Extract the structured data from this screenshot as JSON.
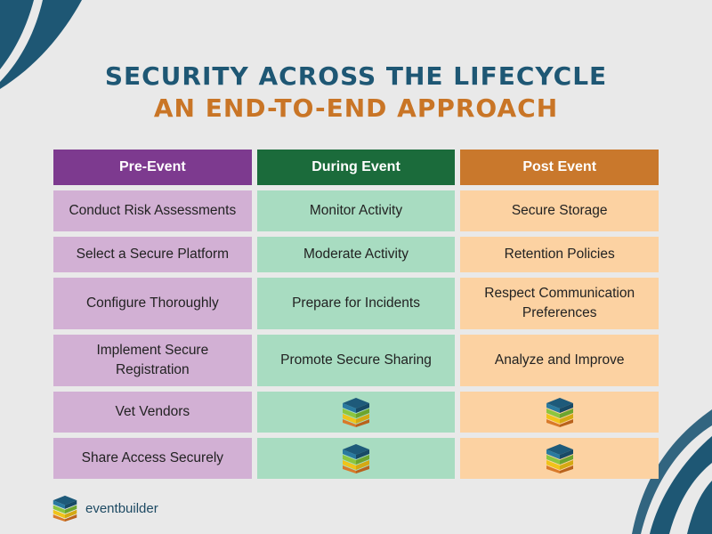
{
  "title": {
    "line1": "SECURITY ACROSS THE LIFECYCLE",
    "line2": "AN END-TO-END APPROACH"
  },
  "columns": [
    "Pre-Event",
    "During Event",
    "Post Event"
  ],
  "rows": [
    [
      "Conduct Risk Assessments",
      "Monitor Activity",
      "Secure Storage"
    ],
    [
      "Select a Secure Platform",
      "Moderate Activity",
      "Retention Policies"
    ],
    [
      "Configure Thoroughly",
      "Prepare for Incidents",
      "Respect Communication Preferences"
    ],
    [
      "Implement Secure Registration",
      "Promote Secure Sharing",
      "Analyze and Improve"
    ],
    [
      "Vet Vendors",
      "",
      ""
    ],
    [
      "Share Access Securely",
      "",
      ""
    ]
  ],
  "colors": {
    "pre_event": "#7d3a8f",
    "during_event": "#1b6b3b",
    "post_event": "#c9782c",
    "title_primary": "#1e5774",
    "title_accent": "#c97526"
  },
  "icons": {
    "empty_cell": "layer-stack-icon",
    "brand": "layer-stack-icon"
  },
  "brand": {
    "name": "eventbuilder"
  }
}
